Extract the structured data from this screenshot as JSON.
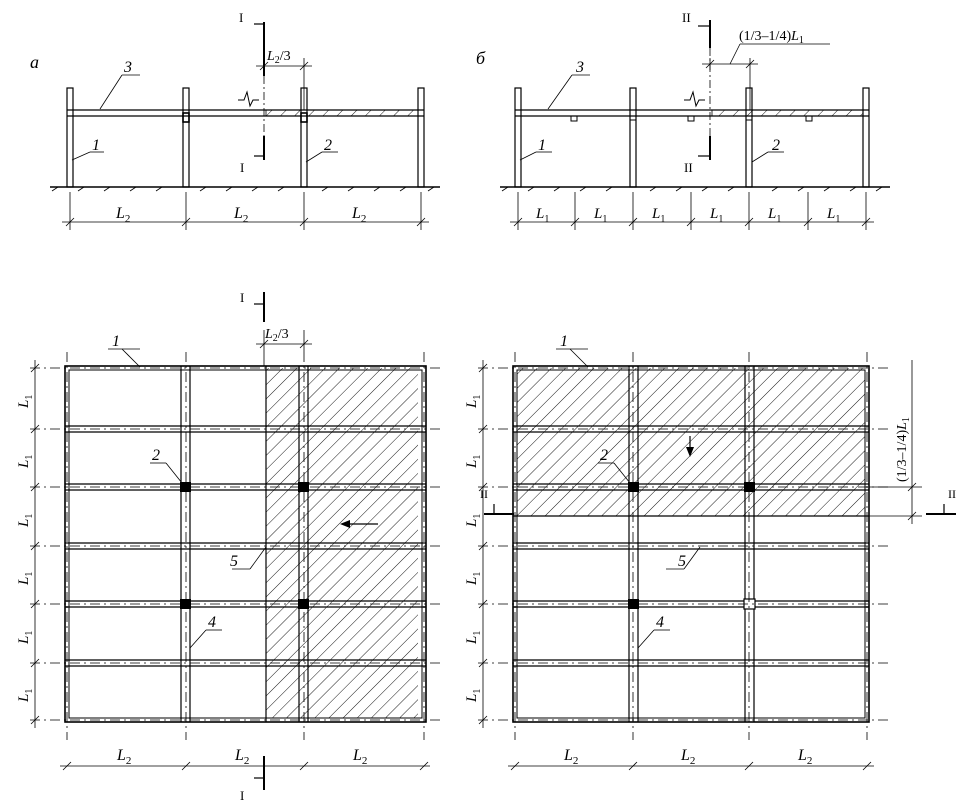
{
  "panels": {
    "a": {
      "letter": "а"
    },
    "b": {
      "letter": "б"
    }
  },
  "section_labels": {
    "one": "I",
    "two": "II"
  },
  "callouts": {
    "n1": "1",
    "n2": "2",
    "n3": "3",
    "n4": "4",
    "n5": "5"
  },
  "dims": {
    "L1": {
      "base": "L",
      "sub": "1"
    },
    "L2": {
      "base": "L",
      "sub": "2"
    },
    "L2_third": {
      "base": "L",
      "sub": "2",
      "tail": "/3"
    },
    "gap_a": {
      "pre": "",
      "base": "L",
      "sub": "1"
    },
    "frac_b": {
      "pre": "(1/3–1/4)",
      "base": "L",
      "sub": "1"
    }
  },
  "colors": {
    "ink": "#000000",
    "paper": "#ffffff"
  }
}
